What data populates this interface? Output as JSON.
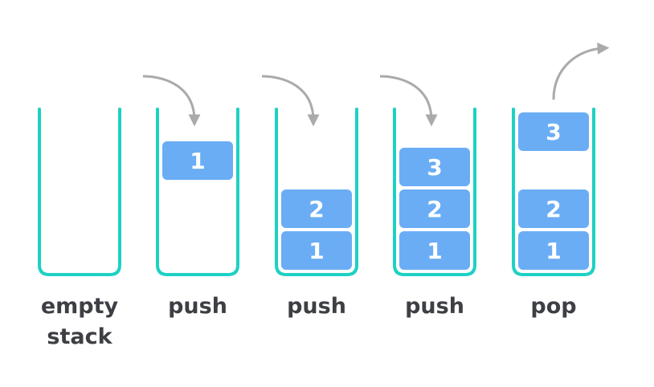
{
  "colors": {
    "container": "#1dd1c4",
    "box_fill": "#6aadf5",
    "box_text": "#ffffff",
    "arrow": "#aaaaaa",
    "caption": "#3d3f44"
  },
  "stages": [
    {
      "caption_lines": [
        "empty",
        "stack"
      ],
      "arrow": "none",
      "boxes": []
    },
    {
      "caption_lines": [
        "push"
      ],
      "arrow": "in",
      "boxes": [
        {
          "label": "1",
          "slot": "incoming"
        }
      ]
    },
    {
      "caption_lines": [
        "push"
      ],
      "arrow": "in",
      "boxes": [
        {
          "label": "2",
          "slot": "level-2"
        },
        {
          "label": "1",
          "slot": "level-1"
        }
      ]
    },
    {
      "caption_lines": [
        "push"
      ],
      "arrow": "in",
      "boxes": [
        {
          "label": "3",
          "slot": "level-3"
        },
        {
          "label": "2",
          "slot": "level-2"
        },
        {
          "label": "1",
          "slot": "level-1"
        }
      ]
    },
    {
      "caption_lines": [
        "pop"
      ],
      "arrow": "out",
      "boxes": [
        {
          "label": "3",
          "slot": "outgoing"
        },
        {
          "label": "2",
          "slot": "level-2"
        },
        {
          "label": "1",
          "slot": "level-1"
        }
      ]
    }
  ]
}
